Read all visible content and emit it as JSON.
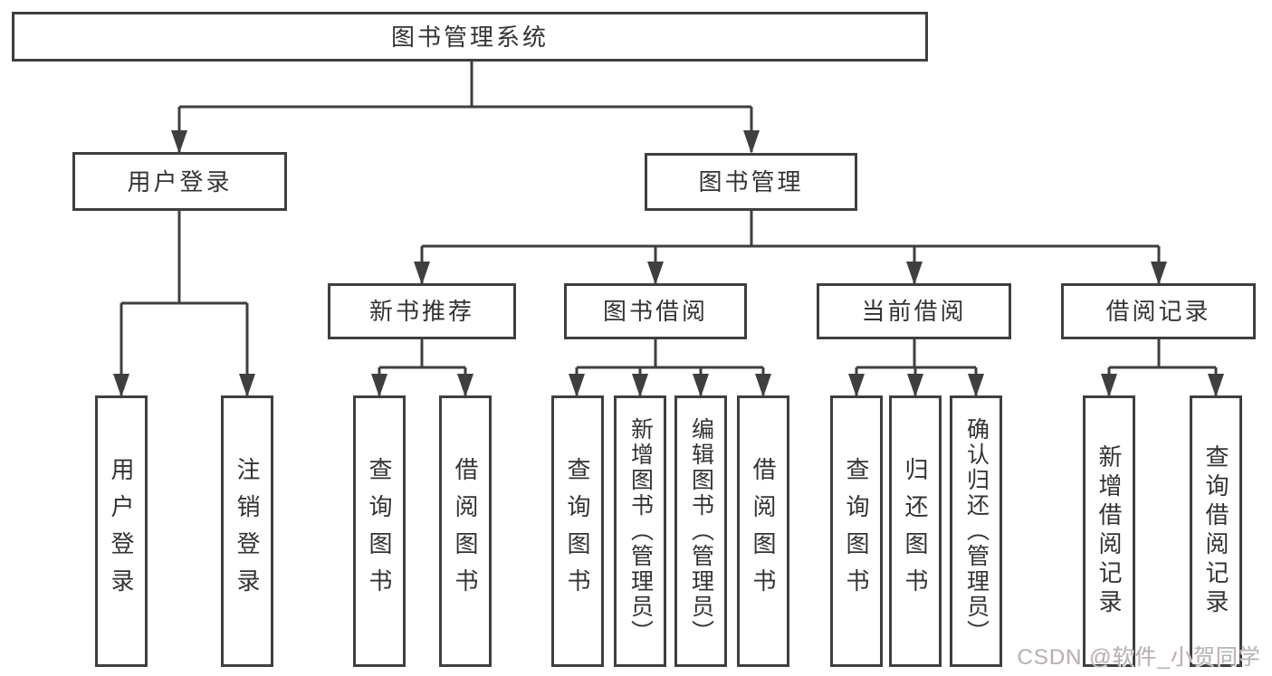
{
  "tree": {
    "root": {
      "label": "图书管理系统"
    },
    "branches": [
      {
        "label": "用户登录",
        "children": [
          {
            "label": "用户登录"
          },
          {
            "label": "注销登录"
          }
        ]
      },
      {
        "label": "图书管理",
        "children": [
          {
            "label": "新书推荐",
            "children": [
              {
                "label": "查询图书"
              },
              {
                "label": "借阅图书"
              }
            ]
          },
          {
            "label": "图书借阅",
            "children": [
              {
                "label": "查询图书"
              },
              {
                "label": "新增图书（管理员）"
              },
              {
                "label": "编辑图书（管理员）"
              },
              {
                "label": "借阅图书"
              }
            ]
          },
          {
            "label": "当前借阅",
            "children": [
              {
                "label": "查询图书"
              },
              {
                "label": "归还图书"
              },
              {
                "label": "确认归还（管理员）"
              }
            ]
          },
          {
            "label": "借阅记录",
            "children": [
              {
                "label": "新增借阅记录"
              },
              {
                "label": "查询借阅记录"
              }
            ]
          }
        ]
      }
    ]
  },
  "watermark": "CSDN @软件_小贺同学",
  "colors": {
    "line": "#3f3f3f",
    "text": "#333333",
    "box_background": "#ffffff",
    "page_background": "#ffffff",
    "watermark": "#b4b4b4"
  }
}
